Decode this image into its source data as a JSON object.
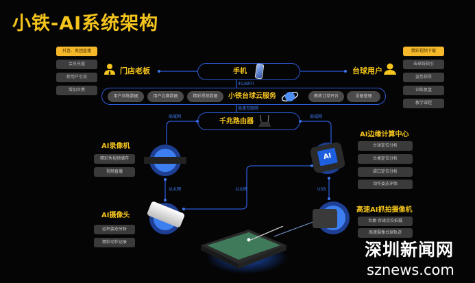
{
  "title": "小铁-AI系统架构",
  "owner": {
    "label": "门店老板",
    "items": [
      "抖音、美团直播",
      "会员充值",
      "新用户引流",
      "增加台费"
    ]
  },
  "player": {
    "label": "台球用户",
    "items": [
      "精彩视频下载",
      "击球线指引",
      "姿势指导",
      "训练复盘",
      "教学课程"
    ]
  },
  "phone": {
    "label": "手机",
    "link": "4G/WIFI"
  },
  "cloud": {
    "label": "小铁台球云服务",
    "chips_left": [
      "用户训练数据",
      "用户比赛数据",
      "精彩视频数据"
    ],
    "chips_right": [
      "教练订单开台",
      "设备管理"
    ],
    "link": "高速互联网"
  },
  "router": {
    "label": "千兆路由器",
    "lan_left": "局域网",
    "lan_right": "局域网"
  },
  "recorder": {
    "label": "AI录像机",
    "items": [
      "精彩秀视频储存",
      "视频直播"
    ]
  },
  "camera": {
    "label": "AI摄像头",
    "items": [
      "运杆姿态分析",
      "精彩动作记录"
    ]
  },
  "edge": {
    "label": "AI边缘计算中心",
    "items": [
      "台球定位分析",
      "台桌定位分析",
      "袋口定位分析",
      "动作姿态评估"
    ],
    "chip_text": "AI"
  },
  "snap": {
    "label": "高速AI抓拍摄像机",
    "items": [
      "台桌·台球点位拍摄",
      "高速摄像台球轨迹"
    ]
  },
  "links": {
    "ethernet1": "以太网",
    "ethernet2": "以太网",
    "usb": "USB"
  },
  "watermark": {
    "cn": "深圳新闻网",
    "en": "sznews.com"
  }
}
